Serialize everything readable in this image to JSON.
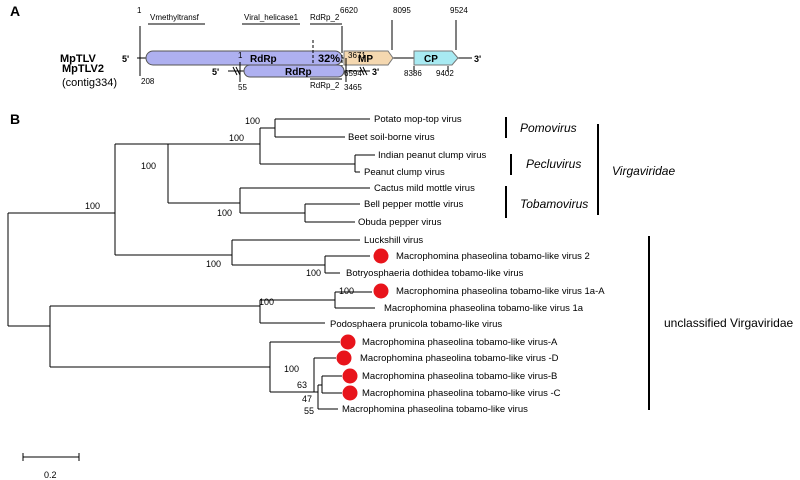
{
  "panel_a": {
    "label": "A",
    "genome1": {
      "name": "MpTLV",
      "five_prime": "5'",
      "three_prime": "3'",
      "rdrp_label": "RdRp",
      "mp_label": "MP",
      "cp_label": "CP",
      "domains": {
        "vmethyl": "Vmethyltransf",
        "helicase": "Viral_helicase1",
        "rdrp2": "RdRp_2"
      },
      "positions": {
        "start": "1",
        "end": "9524",
        "rdrp_start": "208",
        "rdrp_end": "6594",
        "rdrp_end_top": "6620",
        "mp_start": "8095",
        "mp_end": "8386",
        "cp_start": "9402"
      }
    },
    "genome2": {
      "name": "MpTLV2",
      "sub": "(contig334)",
      "five_prime": "5'",
      "three_prime": "3'",
      "rdrp_label": "RdRp",
      "domain": "RdRp_2",
      "identity": "32%",
      "positions": {
        "start": "1",
        "rdrp_start": "55",
        "end_top": "3671",
        "end_bottom": "3465"
      }
    },
    "colors": {
      "rdrp": "#aeb0f0",
      "mp": "#f5d8b0",
      "cp": "#a8eaf2"
    }
  },
  "panel_b": {
    "label": "B",
    "leaves": [
      "Potato mop-top virus",
      "Beet soil-borne virus",
      "Indian peanut clump virus",
      "Peanut clump virus",
      "Cactus mild mottle virus",
      "Bell pepper mottle virus",
      "Obuda pepper virus",
      "Luckshill virus",
      "Macrophomina phaseolina tobamo-like virus 2",
      "Botryosphaeria dothidea tobamo-like virus",
      "Macrophomina phaseolina tobamo-like virus 1a-A",
      "Macrophomina phaseolina tobamo-like virus 1a",
      "Podosphaera prunicola tobamo-like virus",
      "Macrophomina phaseolina tobamo-like virus-A",
      "Macrophomina phaseolina tobamo-like virus -D",
      "Macrophomina phaseolina tobamo-like virus-B",
      "Macrophomina phaseolina tobamo-like virus -C",
      "Macrophomina phaseolina tobamo-like virus"
    ],
    "bootstrap": [
      "100",
      "100",
      "100",
      "100",
      "100",
      "100",
      "100",
      "100",
      "100",
      "100",
      "63",
      "47",
      "55"
    ],
    "clades": {
      "pomovirus": "Pomovirus",
      "pecluvirus": "Pecluvirus",
      "tobamovirus": "Tobamovirus",
      "virgaviridae": "Virgaviridae",
      "unclassified": "unclassified Virgaviridae"
    },
    "scale": "0.2",
    "marker_color": "#e8141b"
  }
}
